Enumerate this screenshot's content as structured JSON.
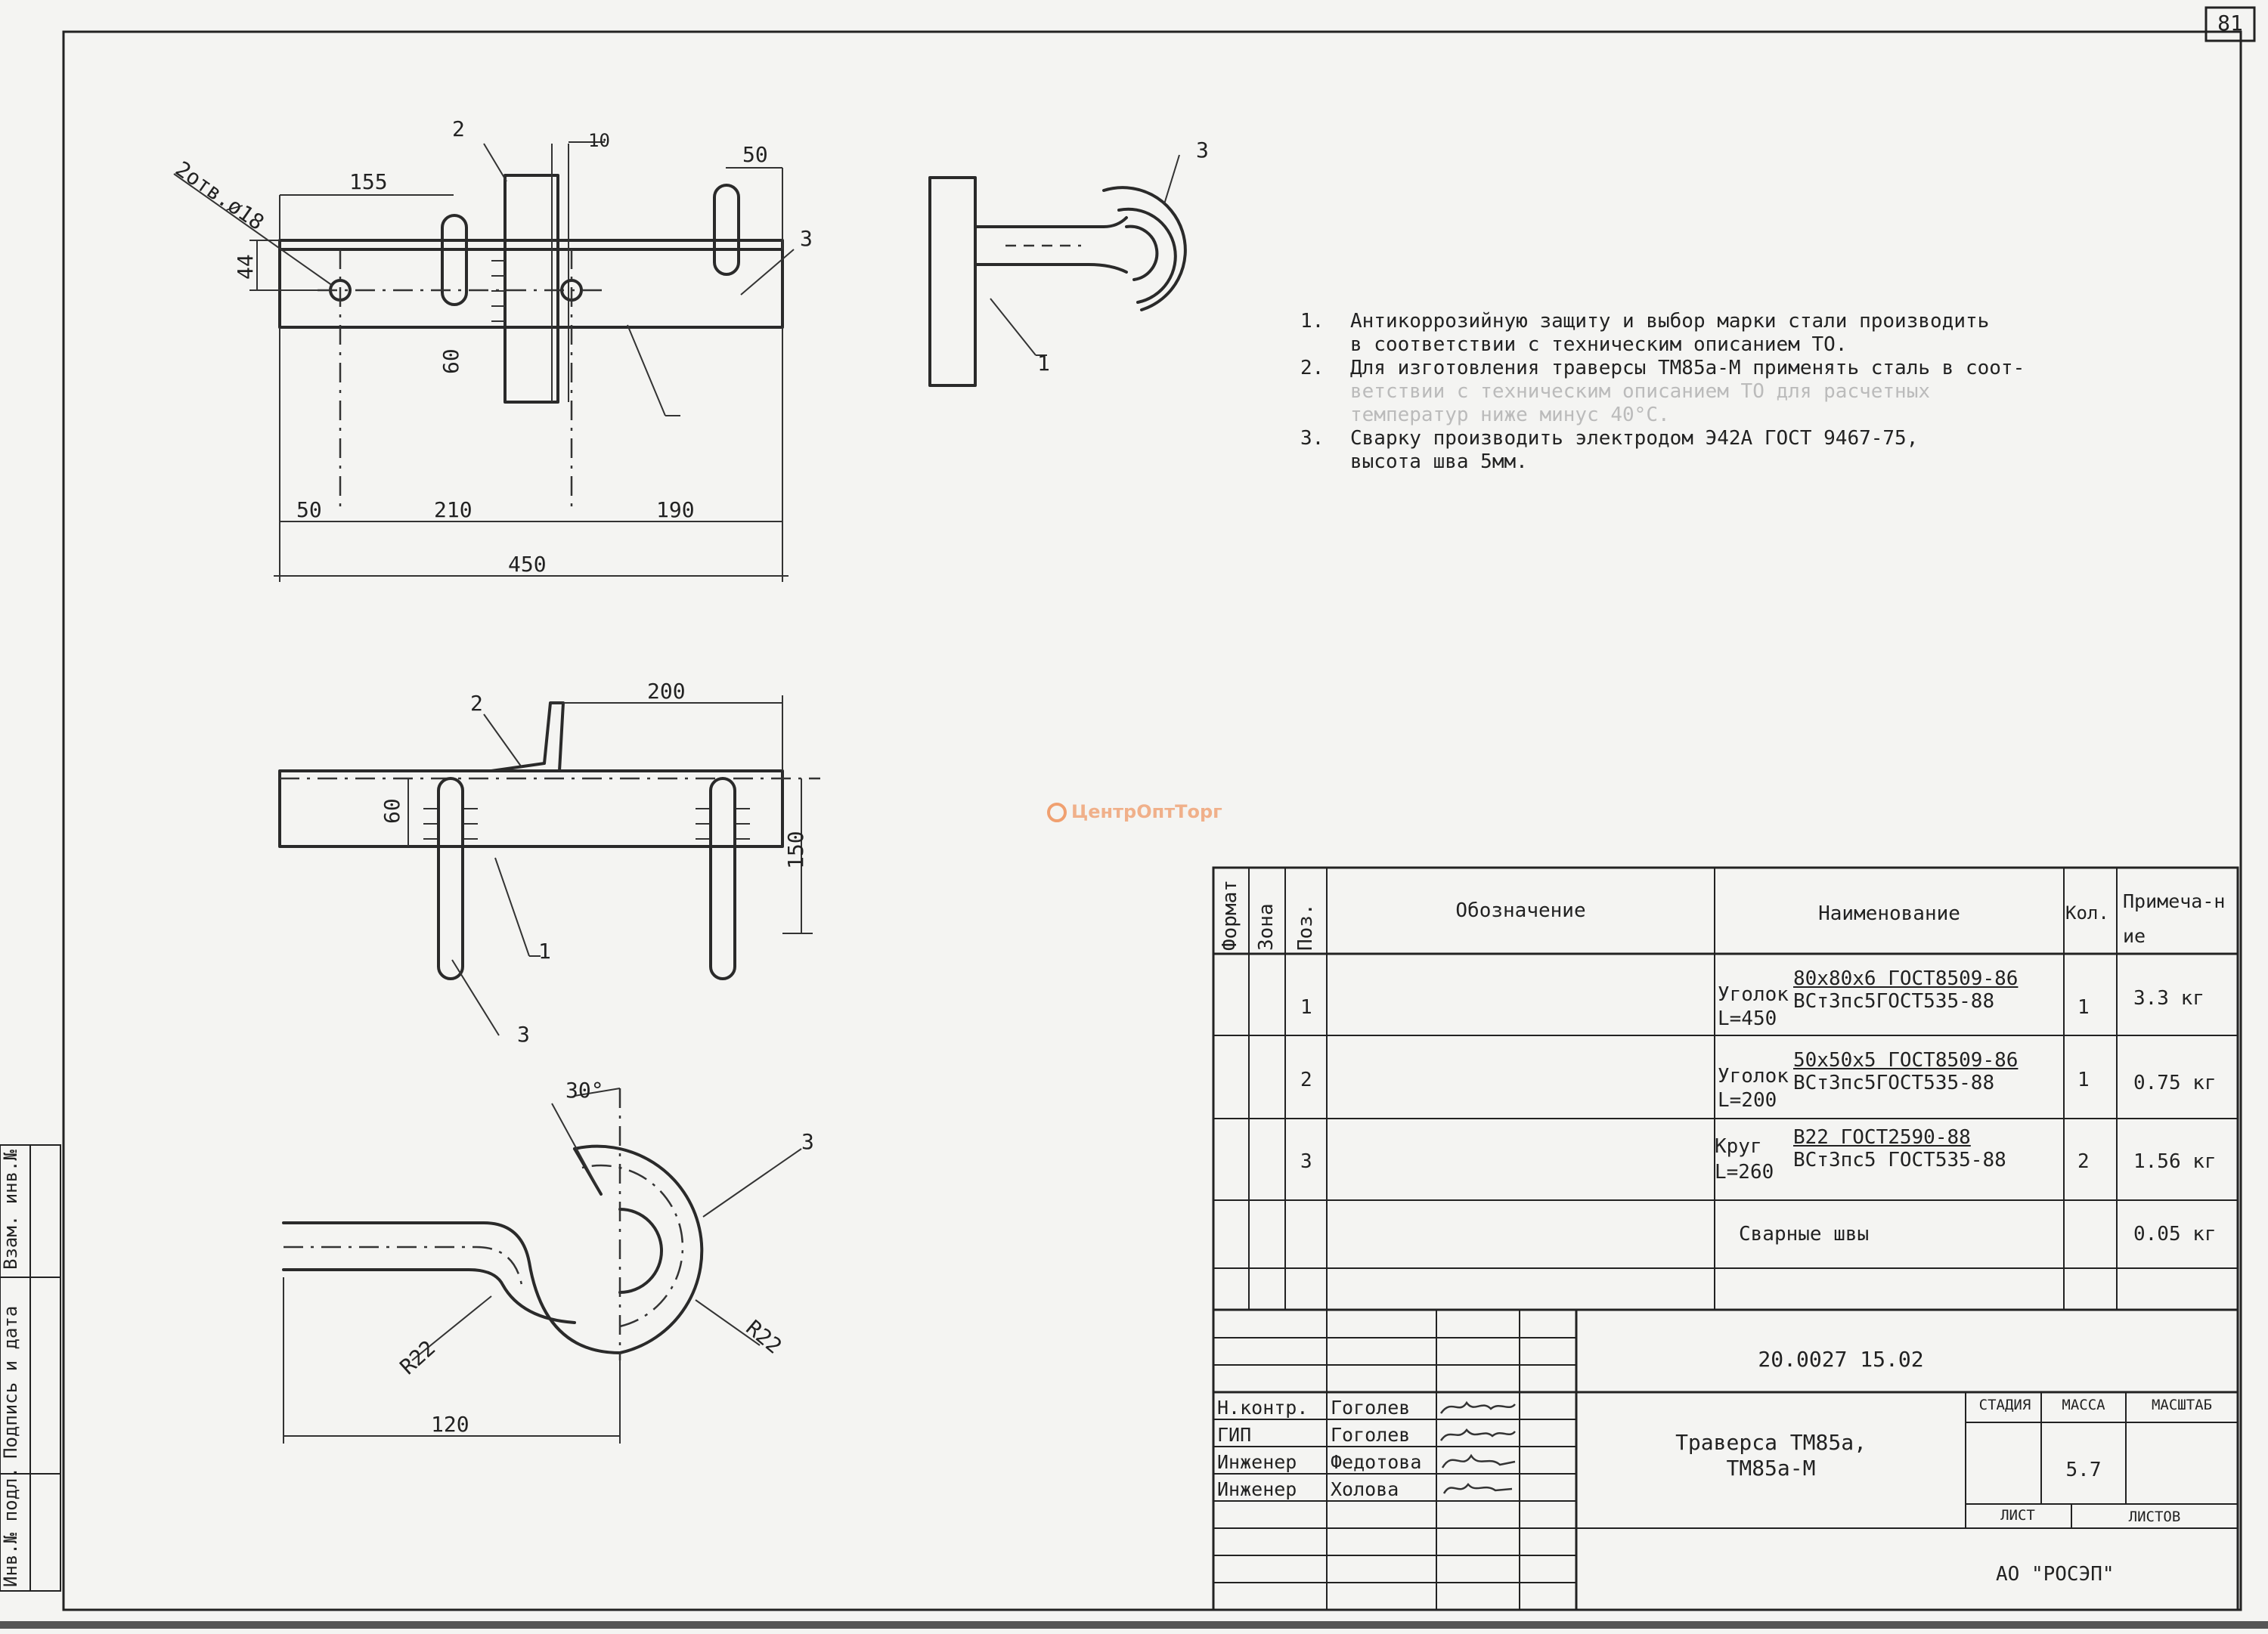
{
  "sheet": {
    "sheet_number": "81"
  },
  "views": {
    "front": {
      "labels": {
        "holes": "2отв.ø18",
        "pos2": "2",
        "pos3": "3"
      },
      "dims": {
        "d155": "155",
        "d10": "10",
        "d50_top": "50",
        "d44": "44",
        "d60": "60",
        "d50": "50",
        "d210": "210",
        "d190": "190",
        "d450": "450"
      }
    },
    "side": {
      "labels": {
        "pos3": "3",
        "pos1": "1"
      }
    },
    "plan": {
      "labels": {
        "pos2": "2",
        "pos1": "1",
        "pos3": "3"
      },
      "dims": {
        "d200": "200",
        "d60": "60",
        "d150": "150"
      }
    },
    "hook": {
      "labels": {
        "pos3": "3"
      },
      "dims": {
        "angle": "30°",
        "r_left": "R22",
        "r_right": "R22",
        "d120": "120"
      }
    }
  },
  "notes": [
    {
      "n": "1.",
      "lines": [
        "Антикоррозийную защиту и выбор марки стали производить",
        "в соответствии с техническим описанием ТО."
      ]
    },
    {
      "n": "2.",
      "lines": [
        "Для изготовления траверсы ТМ85а-М применять сталь в соот-",
        "ветствии с техническим описанием ТО для расчетных",
        "температур ниже минус 40°С."
      ]
    },
    {
      "n": "3.",
      "lines": [
        "Сварку производить электродом Э42А ГОСТ 9467-75,",
        "высота шва 5мм."
      ]
    }
  ],
  "watermark": {
    "text": "ЦентрОптТорг"
  },
  "spec": {
    "headers": {
      "format": "Формат",
      "zone": "Зона",
      "pos": "Поз.",
      "designation": "Обозначение",
      "name": "Наименование",
      "qty": "Кол.",
      "note": "Примеча-ние"
    },
    "rows": [
      {
        "pos": "1",
        "name_left": "Уголок L=450",
        "name_num": "80x80x6 ГОСТ8509-86",
        "name_den": "ВСт3пс5ГОСТ535-88",
        "qty": "1",
        "note": "3.3 кг"
      },
      {
        "pos": "2",
        "name_left": "Уголок L=200",
        "name_num": "50x50x5 ГОСТ8509-86",
        "name_den": "ВСт3пс5ГОСТ535-88",
        "qty": "1",
        "note": "0.75 кг"
      },
      {
        "pos": "3",
        "name_left": "Круг L=260",
        "name_num": "В22 ГОСТ2590-88",
        "name_den": "ВСт3пс5 ГОСТ535-88",
        "qty": "2",
        "note": "1.56 кг"
      },
      {
        "pos": "",
        "name_left": "Сварные швы",
        "name_num": "",
        "name_den": "",
        "qty": "",
        "note": "0.05 кг"
      }
    ]
  },
  "title_block": {
    "doc_code": "20.0027 15.02",
    "title_line1": "Траверса ТМ85а,",
    "title_line2": "ТМ85а-М",
    "stage_label": "Стадия",
    "mass_label": "Масса",
    "scale_label": "Масштаб",
    "mass_value": "5.7",
    "sheet_label": "Лист",
    "sheets_label": "Листов",
    "org": "АО \"РОСЭП\"",
    "people": [
      {
        "role": "Н.контр.",
        "name": "Гоголев"
      },
      {
        "role": "ГИП",
        "name": "Гоголев"
      },
      {
        "role": "Инженер",
        "name": "Федотова"
      },
      {
        "role": "Инженер",
        "name": "Холова"
      }
    ]
  },
  "side_stamp": {
    "inv_orig": "Инв.№ подл.",
    "sign_date": "Подпись и дата",
    "inv_replace": "Взам. инв.№"
  }
}
